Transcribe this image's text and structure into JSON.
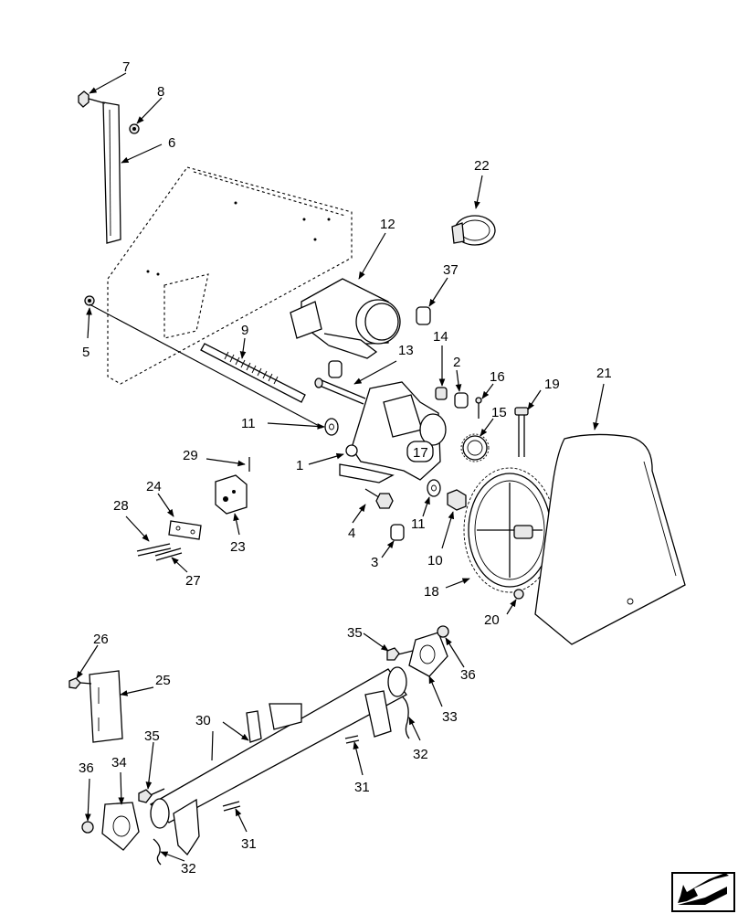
{
  "labels": {
    "l1": "1",
    "l2": "2",
    "l3": "3",
    "l4": "4",
    "l5": "5",
    "l6": "6",
    "l7": "7",
    "l8": "8",
    "l9": "9",
    "l10": "10",
    "l11a": "11",
    "l11b": "11",
    "l12": "12",
    "l13": "13",
    "l14": "14",
    "l15": "15",
    "l16": "16",
    "l17": "17",
    "l18": "18",
    "l19": "19",
    "l20": "20",
    "l21": "21",
    "l22": "22",
    "l23": "23",
    "l24": "24",
    "l25": "25",
    "l26": "26",
    "l27": "27",
    "l28": "28",
    "l29": "29",
    "l30": "30",
    "l31a": "31",
    "l31b": "31",
    "l32a": "32",
    "l32b": "32",
    "l33": "33",
    "l34": "34",
    "l35a": "35",
    "l35b": "35",
    "l36a": "36",
    "l36b": "36",
    "l37": "37"
  },
  "icons": {
    "nav": "arrow-left-down-icon"
  }
}
